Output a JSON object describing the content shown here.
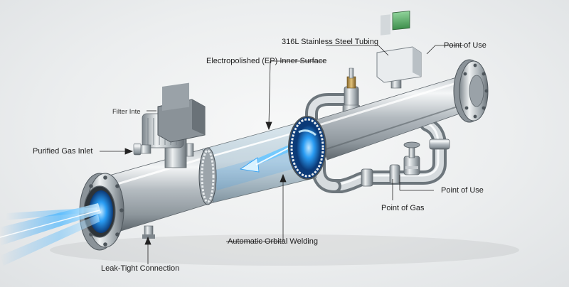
{
  "labels": {
    "tubing": "316L Stainless Steel Tubing",
    "point_of_use_top": "Point of Use",
    "ep_surface": "Electropolished (EP) Inner Surface",
    "filter": "Filter Inte",
    "gas_inlet": "Purified Gas Inlet",
    "point_of_use_right": "Point of Use",
    "point_of_gas": "Point of Gas",
    "orbital_welding": "Automatic Orbital Welding",
    "leak_tight": "Leak-Tight Connection"
  },
  "icons": {
    "gauge": "pressure-gauge-icon",
    "valve": "valve-handle-icon",
    "flow": "flow-arrow-icon"
  },
  "colors": {
    "steel_light": "#f4f6f7",
    "steel_dark": "#7c858c",
    "glow_blue": "#2a9df4",
    "gauge_screen": "#5fae6a"
  }
}
